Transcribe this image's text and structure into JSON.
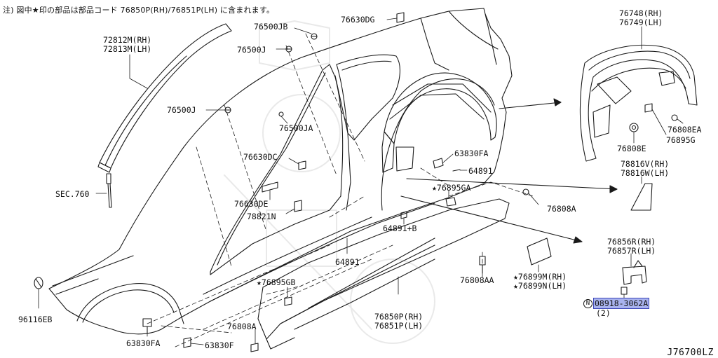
{
  "note": "注) 図中★印の部品は部品コード 76850P(RH)/76851P(LH) に含まれます。",
  "diagram_id": "J76700LZ",
  "labels": {
    "p76630DG": "76630DG",
    "p76500JB": "76500JB",
    "p76500J_top": "76500J",
    "p76500J_mid": "76500J",
    "p76500JA": "76500JA",
    "p72812M": "72812M(RH)",
    "p72813M": "72813M(LH)",
    "p76630DC": "76630DC",
    "p76630DE": "76630DE",
    "p78821N": "78821N",
    "sec760": "SEC.760",
    "p63830FA_top": "63830FA",
    "p64891_a": "64891",
    "p76895GA": "★76895GA",
    "p76808A_right": "76808A",
    "p64891B": "64891+B",
    "p64891_b": "64891",
    "p76808AA": "76808AA",
    "p76899M": "★76899M(RH)",
    "p76899N": "★76899N(LH)",
    "p76895GB": "★76895GB",
    "p76850P": "76850P(RH)",
    "p76851P": "76851P(LH)",
    "p96116EB": "96116EB",
    "p63830FA_bot": "63830FA",
    "p76808A_bot": "76808A",
    "p63830F": "63830F",
    "p76748": "76748(RH)",
    "p76749": "76749(LH)",
    "p76808EA": "76808EA",
    "p76895G": "76895G",
    "p76808E": "76808E",
    "p78816V": "78816V(RH)",
    "p78816W": "78816W(LH)",
    "p76856R": "76856R(RH)",
    "p76857R": "76857R(LH)",
    "n_mark": "N",
    "p08918": "08918-3062A",
    "p08918_qty": "(2)"
  }
}
